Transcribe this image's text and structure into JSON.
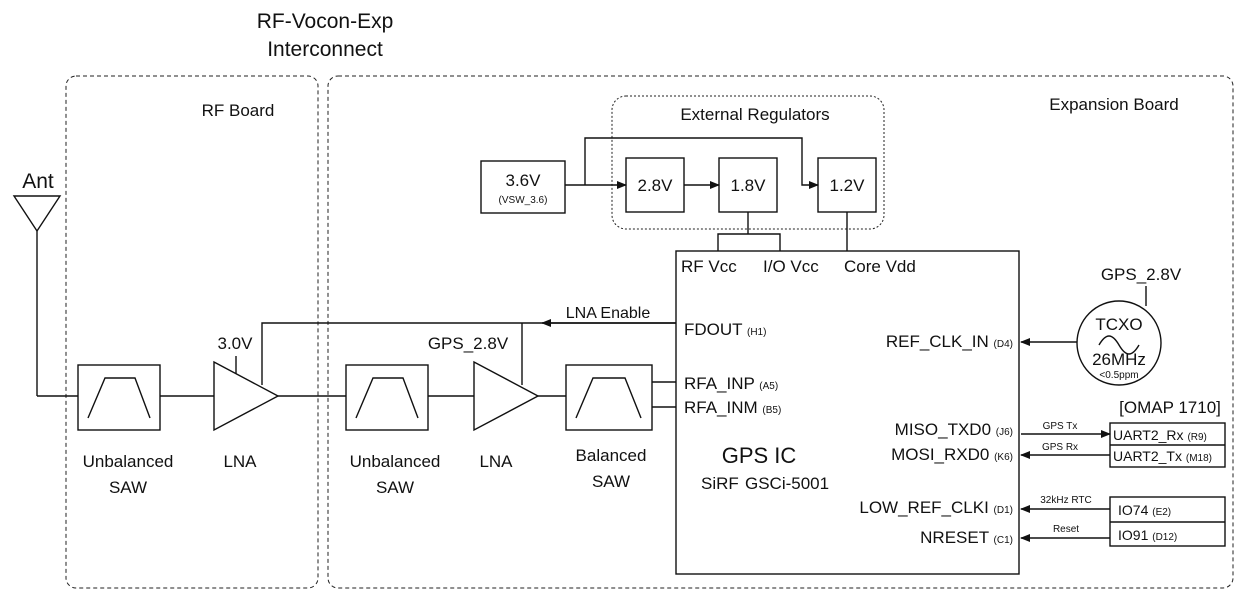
{
  "title": {
    "line1": "RF-Vocon-Exp",
    "line2": "Interconnect"
  },
  "rf_board": {
    "label": "RF Board"
  },
  "expansion_board": {
    "label": "Expansion Board"
  },
  "antenna": {
    "label": "Ant"
  },
  "rf_chain": {
    "saw1": {
      "line1": "Unbalanced",
      "line2": "SAW"
    },
    "lna1": {
      "label": "LNA",
      "supply": "3.0V"
    },
    "saw2": {
      "line1": "Unbalanced",
      "line2": "SAW"
    },
    "lna2": {
      "label": "LNA",
      "supply": "GPS_2.8V"
    },
    "saw3": {
      "line1": "Balanced",
      "line2": "SAW"
    },
    "lna_enable": "LNA Enable"
  },
  "regulators": {
    "group_label": "External Regulators",
    "source": {
      "value": "3.6V",
      "sub": "(VSW_3.6)"
    },
    "reg_28": "2.8V",
    "reg_18": "1.8V",
    "reg_12": "1.2V"
  },
  "gps_ic": {
    "name": "GPS IC",
    "vendor": "SiRF",
    "part": "GSCi-5001",
    "power": {
      "rf_vcc": "RF Vcc",
      "io_vcc": "I/O Vcc",
      "core_vdd": "Core Vdd"
    },
    "left_pins": [
      {
        "name": "FDOUT",
        "ball": "(H1)"
      },
      {
        "name": "RFA_INP",
        "ball": "(A5)"
      },
      {
        "name": "RFA_INM",
        "ball": "(B5)"
      }
    ],
    "right_pins": [
      {
        "name": "REF_CLK_IN",
        "ball": "(D4)"
      },
      {
        "name": "MISO_TXD0",
        "ball": "(J6)"
      },
      {
        "name": "MOSI_RXD0",
        "ball": "(K6)"
      },
      {
        "name": "LOW_REF_CLKI",
        "ball": "(D1)"
      },
      {
        "name": "NRESET",
        "ball": "(C1)"
      }
    ]
  },
  "tcxo": {
    "supply": "GPS_2.8V",
    "label": "TCXO",
    "freq": "26MHz",
    "tol": "<0.5ppm"
  },
  "omap": {
    "label": "[OMAP 1710]",
    "uart_rx": {
      "name": "UART2_Rx",
      "ball": "(R9)"
    },
    "uart_tx": {
      "name": "UART2_Tx",
      "ball": "(M18)"
    },
    "io74": {
      "name": "IO74",
      "ball": "(E2)"
    },
    "io91": {
      "name": "IO91",
      "ball": "(D12)"
    }
  },
  "signals": {
    "gps_tx": "GPS Tx",
    "gps_rx": "GPS Rx",
    "rtc": "32kHz RTC",
    "reset": "Reset"
  }
}
